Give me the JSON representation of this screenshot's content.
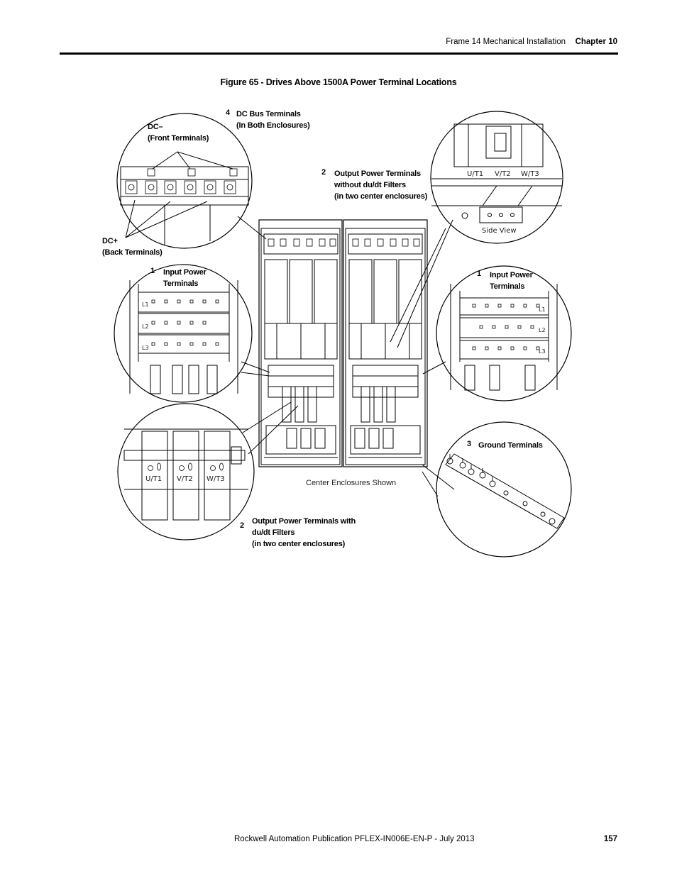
{
  "header": {
    "section": "Frame 14 Mechanical Installation",
    "chapter": "Chapter 10"
  },
  "figure": {
    "title": "Figure 65 - Drives Above 1500A Power Terminal Locations",
    "center_caption": "Center Enclosures Shown",
    "callouts": {
      "dc_bus": {
        "number": "4",
        "text": "DC Bus Terminals\n(In Both Enclosures)"
      },
      "dc_minus": {
        "text": "DC–\n(Front Terminals)"
      },
      "dc_plus": {
        "text": "DC+\n(Back Terminals)"
      },
      "output_no_dudt": {
        "number": "2",
        "text": "Output Power Terminals\nwithout du/dt Filters\n(in two center enclosures)"
      },
      "input_left": {
        "number": "1",
        "text": "Input Power\nTerminals"
      },
      "input_right": {
        "number": "1",
        "text": "Input Power\nTerminals"
      },
      "ground": {
        "number": "3",
        "text": "Ground Terminals"
      },
      "output_dudt": {
        "number": "2",
        "text": "Output Power Terminals with\ndu/dt Filters\n(in two center enclosures)"
      }
    },
    "terminal_labels": {
      "ut1": "U/T1",
      "vt2": "V/T2",
      "wt3": "W/T3",
      "l1": "L1",
      "l2": "L2",
      "l3": "L3",
      "side_view": "Side View"
    }
  },
  "footer": {
    "publication": "Rockwell Automation Publication PFLEX-IN006E-EN-P - July 2013",
    "page": "157"
  }
}
